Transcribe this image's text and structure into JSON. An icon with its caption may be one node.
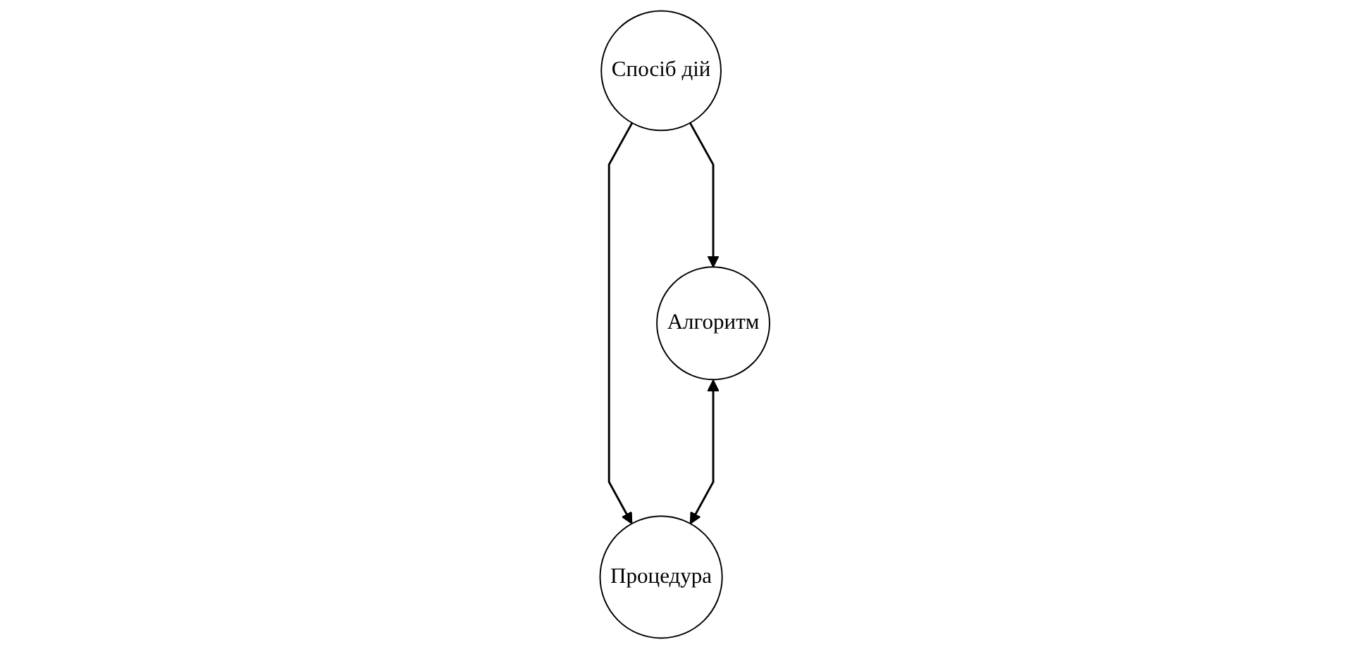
{
  "diagram": {
    "nodes": [
      {
        "text": [
          "Спосіб дій"
        ]
      },
      {
        "text": [
          "Алгоритм"
        ]
      },
      {
        "text": [
          "Процедура"
        ]
      }
    ],
    "edges": [
      {
        "from": 0,
        "to": 1,
        "arrow": "to"
      },
      {
        "from": 0,
        "to": 2,
        "arrow": "to"
      },
      {
        "from": 1,
        "to": 2,
        "arrow": "both"
      }
    ]
  }
}
